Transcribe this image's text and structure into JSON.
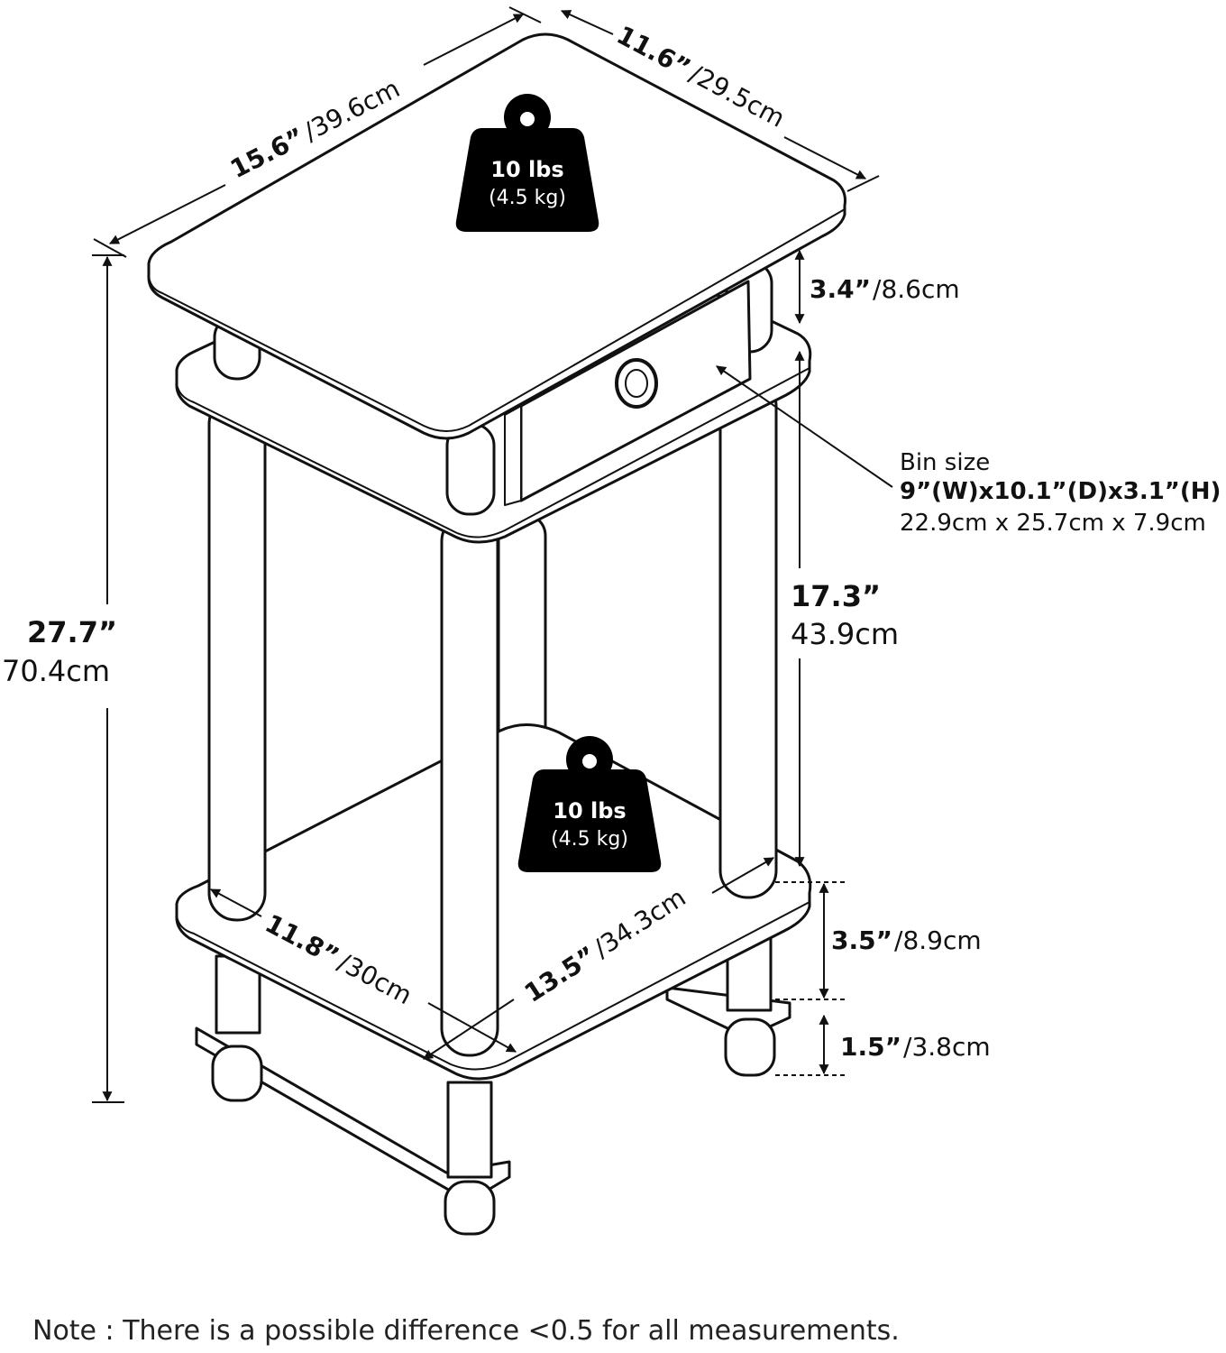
{
  "dimensions": {
    "top_width": {
      "in": "15.6”",
      "cm": "/39.6cm"
    },
    "top_depth": {
      "in": "11.6”",
      "cm": "/29.5cm"
    },
    "total_height": {
      "in": "27.7”",
      "cm": "70.4cm"
    },
    "top_gap": {
      "in": "3.4”",
      "cm": "/8.6cm"
    },
    "shelf_gap": {
      "in": "17.3”",
      "cm": "43.9cm"
    },
    "bottom_shelf_height": {
      "in": "3.5”",
      "cm": "/8.9cm"
    },
    "foot_height": {
      "in": "1.5”",
      "cm": "/3.8cm"
    },
    "bottom_depth": {
      "in": "11.8”",
      "cm": "/30cm"
    },
    "bottom_width": {
      "in": "13.5”",
      "cm": "/34.3cm"
    }
  },
  "bin": {
    "label": "Bin size",
    "size_in": "9”(W)x10.1”(D)x3.1”(H)",
    "size_cm": "22.9cm x 25.7cm x 7.9cm"
  },
  "weights": [
    {
      "lbs": "10 lbs",
      "kg": "(4.5 kg)"
    },
    {
      "lbs": "10 lbs",
      "kg": "(4.5 kg)"
    }
  ],
  "note": "Note : There is a possible difference <0.5 for all measurements.",
  "colors": {
    "line": "#111111",
    "fill": "#ffffff",
    "weight": "#000000"
  }
}
